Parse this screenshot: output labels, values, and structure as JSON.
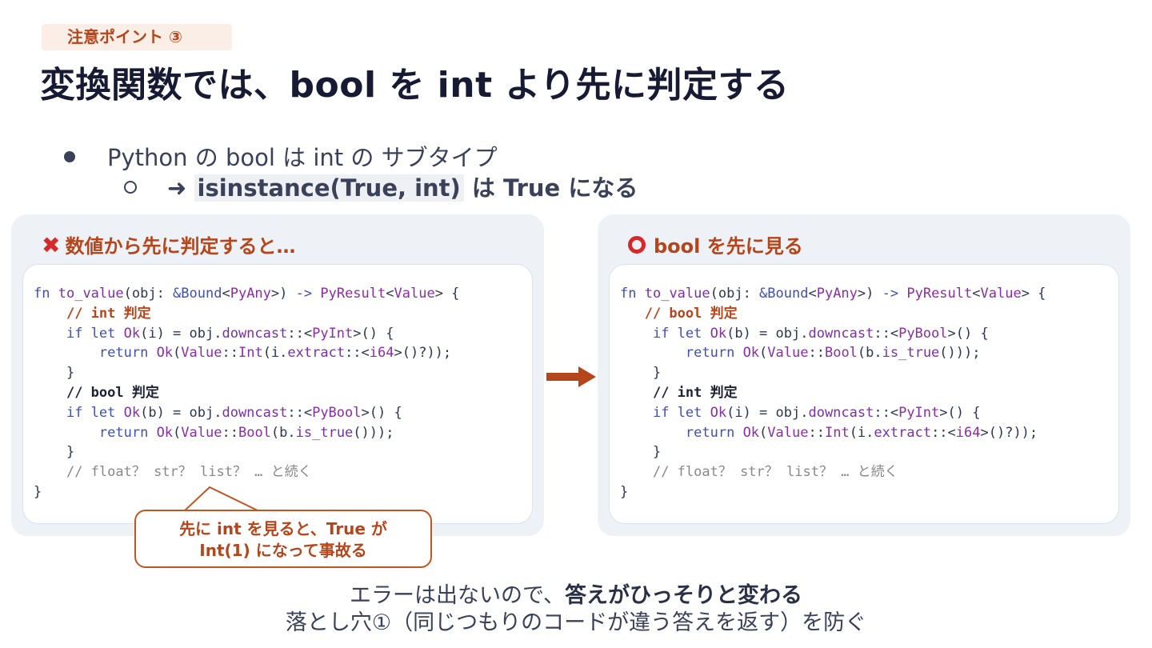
{
  "tag": "注意ポイント ③",
  "title": "変換関数では、bool を int より先に判定する",
  "bullets": {
    "b1": "Python の bool は int の サブタイプ",
    "b2_arrow": "➜",
    "b2_code": "isinstance(True, int)",
    "b2_rest": " は True になる"
  },
  "left_panel": {
    "title": "数値から先に判定すると…",
    "icon": "cross-mark-icon",
    "code": {
      "l1_kw": "fn",
      "l1_fn": "to_value",
      "l1_rest": "(obj: ",
      "l1_amp": "&Bound<",
      "l1_ty1": "PyAny",
      "l1_mid": ">) -> ",
      "l1_ty2": "PyResult",
      "l1_lt": "<",
      "l1_ty3": "Value",
      "l1_end": "> {",
      "c1": "// int 判定",
      "if1": "if let Ok(i) = obj.downcast::<PyInt>() {",
      "ret1": "return Ok(Value::Int(i.extract::<i64>()?));",
      "close": "}",
      "c2": "// bool 判定",
      "if2": "if let Ok(b) = obj.downcast::<PyBool>() {",
      "ret2": "return Ok(Value::Bool(b.is_true()));",
      "c3": "// float？ str？ list？ … と続く",
      "end": "}"
    },
    "callout_line1": "先に int を見ると、True が",
    "callout_line2": "Int(1) になって事故る"
  },
  "right_panel": {
    "title": "bool を先に見る",
    "icon": "red-circle-icon",
    "code": {
      "c1": "// bool 判定",
      "c2": "// int 判定",
      "c3": "// float？ str？ list？ … と続く"
    }
  },
  "footer": {
    "line1_plain": "エラーは出ないので、",
    "line1_bold": "答えがひっそりと変わる",
    "line2": "落とし穴①（同じつもりのコードが違う答えを返す）を防ぐ"
  },
  "colors": {
    "accent": "#b5461b",
    "title": "#161a33",
    "panel_bg": "#eef1f6"
  }
}
